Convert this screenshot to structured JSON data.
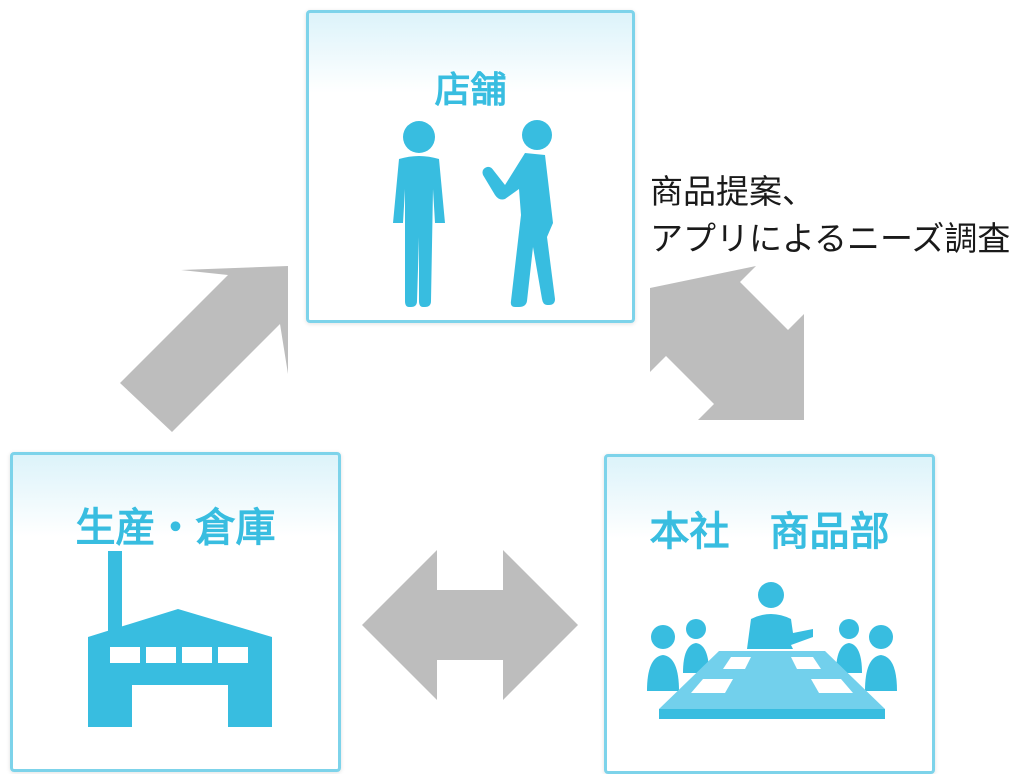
{
  "boxes": {
    "store": {
      "title": "店舗",
      "icon": "people-talking-icon"
    },
    "factory": {
      "title": "生産・倉庫",
      "icon": "factory-icon"
    },
    "hq": {
      "title": "本社　商品部",
      "icon": "meeting-icon"
    }
  },
  "connector_label": {
    "line1": "商品提案、",
    "line2": "アプリによるニーズ調査"
  },
  "colors": {
    "accent": "#38bde0",
    "border": "#7dd3ea",
    "arrow": "#bdbdbd",
    "table": "#72d0ec"
  }
}
